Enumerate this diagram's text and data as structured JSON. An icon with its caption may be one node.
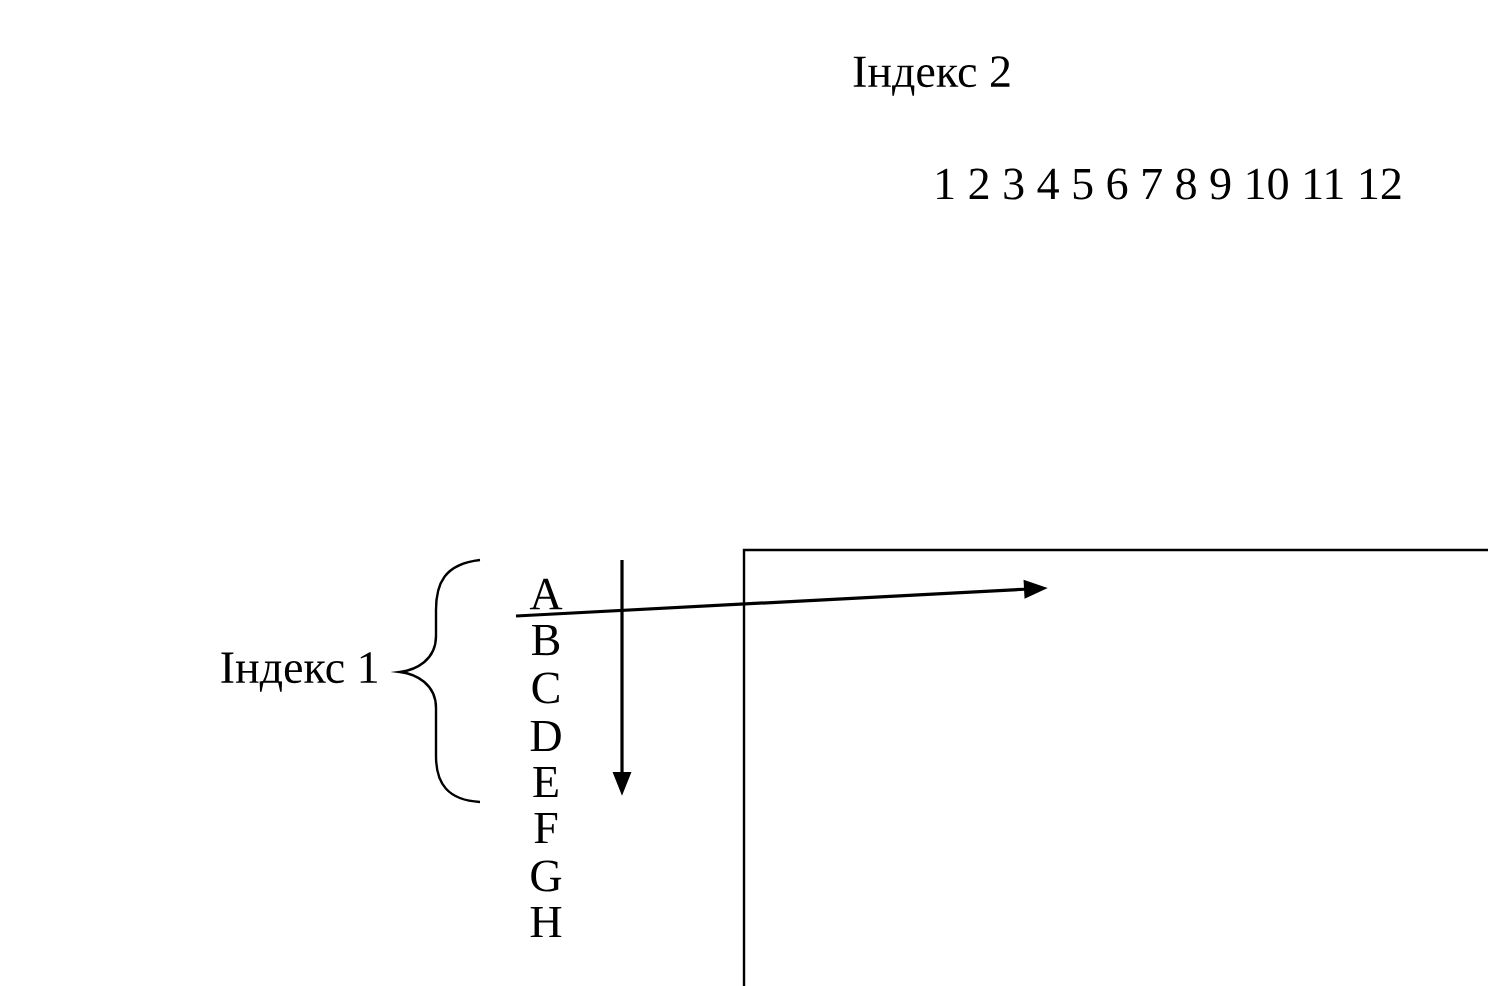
{
  "diagram": {
    "labels": [
      "Індекс 2",
      "1 2 3 4 5 6 7 8 9 10 11 12",
      "A",
      "B",
      "C",
      "D",
      "E",
      "F",
      "G",
      "H",
      "Індекс 1"
    ]
  }
}
